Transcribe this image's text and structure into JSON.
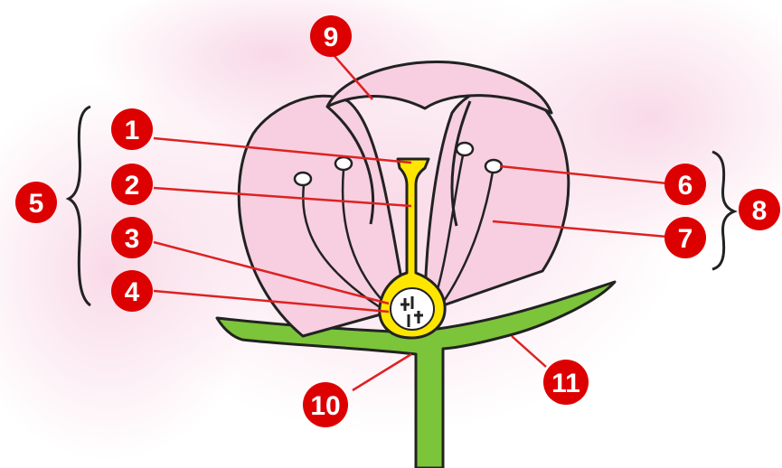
{
  "diagram": {
    "subject": "flower-structure",
    "labels": [
      {
        "id": "l1",
        "text": "1"
      },
      {
        "id": "l2",
        "text": "2"
      },
      {
        "id": "l3",
        "text": "3"
      },
      {
        "id": "l4",
        "text": "4"
      },
      {
        "id": "l5",
        "text": "5"
      },
      {
        "id": "l6",
        "text": "6"
      },
      {
        "id": "l7",
        "text": "7"
      },
      {
        "id": "l8",
        "text": "8"
      },
      {
        "id": "l9",
        "text": "9"
      },
      {
        "id": "l10",
        "text": "10"
      },
      {
        "id": "l11",
        "text": "11"
      }
    ],
    "colors": {
      "marker": "#dd0000",
      "leader_line": "#dd2222",
      "petal_fill": "#f7cfe0",
      "pistil_fill": "#ffe600",
      "stem_fill": "#7cc43a",
      "outline": "#222222",
      "background_blush": "#fbe3ee"
    }
  }
}
